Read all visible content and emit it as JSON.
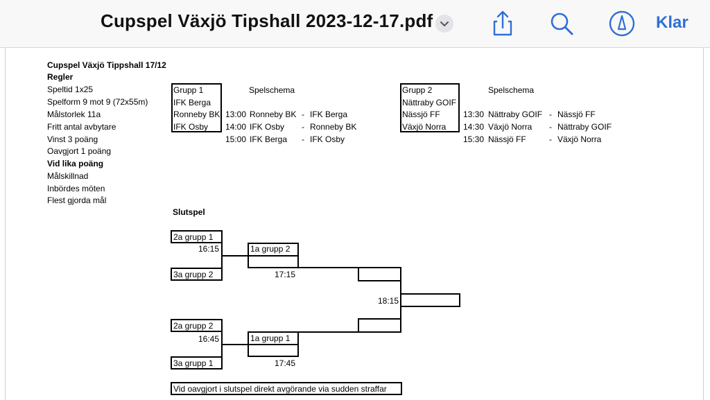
{
  "toolbar": {
    "title": "Cupspel Växjö Tipshall 2023-12-17.pdf",
    "done_label": "Klar",
    "icons": [
      "chevron-down-icon",
      "share-icon",
      "search-icon",
      "markup-pen-icon"
    ]
  },
  "doc": {
    "heading": "Cupspel Växjö Tippshall 17/12",
    "rules_title": "Regler",
    "rules": [
      "Speltid 1x25",
      "Spelform 9 mot 9 (72x55m)",
      "Målstorlek 11a",
      "Fritt antal avbytare",
      "Vinst 3 poäng",
      "Oavgjort 1 poäng"
    ],
    "tie_title": "Vid lika poäng",
    "tie_rules": [
      "Målskillnad",
      "Inbördes möten",
      "Flest gjorda mål"
    ],
    "group1": {
      "name": "Grupp 1",
      "teams": [
        "IFK Berga",
        "Ronneby BK",
        "IFK Osby"
      ],
      "schedule_title": "Spelschema",
      "matches": [
        {
          "time": "13:00",
          "home": "Ronneby BK",
          "sep": "-",
          "away": "IFK Berga"
        },
        {
          "time": "14:00",
          "home": "IFK Osby",
          "sep": "-",
          "away": "Ronneby BK"
        },
        {
          "time": "15:00",
          "home": "IFK Berga",
          "sep": "-",
          "away": "IFK Osby"
        }
      ]
    },
    "group2": {
      "name": "Grupp 2",
      "teams": [
        "Nättraby GOIF",
        "Nässjö FF",
        "Växjö Norra"
      ],
      "schedule_title": "Spelschema",
      "matches": [
        {
          "time": "13:30",
          "home": "Nättraby GOIF",
          "sep": "-",
          "away": "Nässjö FF"
        },
        {
          "time": "14:30",
          "home": "Växjö Norra",
          "sep": "-",
          "away": "Nättraby GOIF"
        },
        {
          "time": "15:30",
          "home": "Nässjö FF",
          "sep": "-",
          "away": "Växjö Norra"
        }
      ]
    },
    "playoff": {
      "title": "Slutspel",
      "semi1": {
        "top": "2a grupp 1",
        "bottom": "3a grupp 2",
        "time": "16:15",
        "seed": "1a grupp 2",
        "seed_time": "17:15"
      },
      "semi2": {
        "top": "2a grupp 2",
        "bottom": "3a grupp 1",
        "time": "16:45",
        "seed": "1a grupp 1",
        "seed_time": "17:45"
      },
      "final_time": "18:15",
      "note": "Vid oavgjort i slutspel direkt avgörande via sudden straffar"
    }
  }
}
